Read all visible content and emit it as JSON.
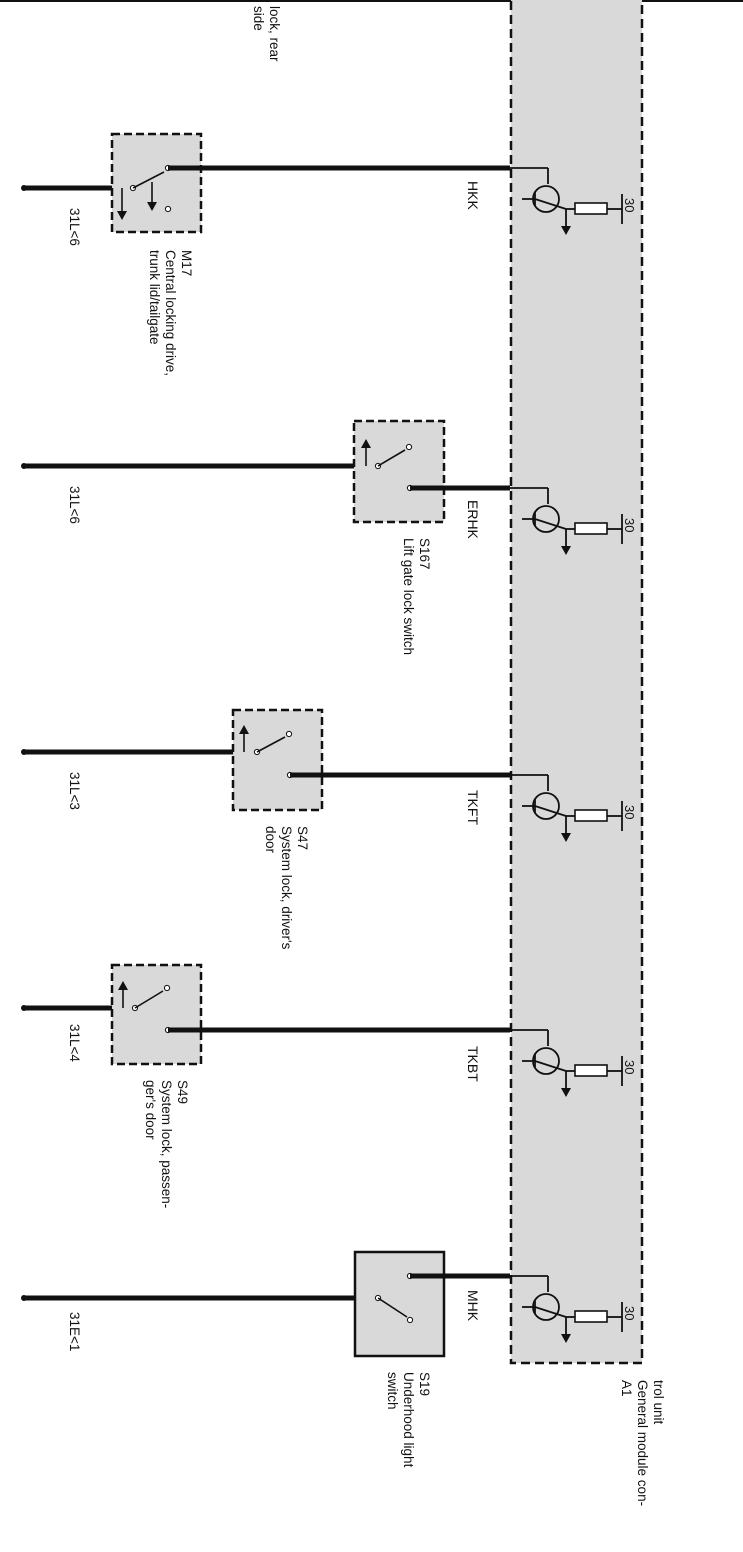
{
  "colors": {
    "module_fill": "#d9d9d9",
    "wire": "#111111",
    "background": "#ffffff"
  },
  "top_note": [
    "lock, rear",
    "side"
  ],
  "module": {
    "id": "A1",
    "name": [
      "General module con-",
      "trol unit"
    ]
  },
  "channels": [
    {
      "key": "hkk",
      "signal": "HKK",
      "pin": "30",
      "ground": "31L<6",
      "device_id": "M17",
      "device_name": [
        "Central locking drive,",
        "trunk lid/tailgate"
      ],
      "switch_kind": "dashed",
      "actuator": "double-arrow"
    },
    {
      "key": "erhk",
      "signal": "ERHK",
      "pin": "30",
      "ground": "31L<6",
      "device_id": "S167",
      "device_name": [
        "Lift gate lock switch"
      ],
      "switch_kind": "dashed",
      "actuator": "arrow"
    },
    {
      "key": "tkft",
      "signal": "TKFT",
      "pin": "30",
      "ground": "31L<3",
      "device_id": "S47",
      "device_name": [
        "System lock, driver's",
        "door"
      ],
      "switch_kind": "dashed",
      "actuator": "arrow"
    },
    {
      "key": "tkbt",
      "signal": "TKBT",
      "pin": "30",
      "ground": "31L<4",
      "device_id": "S49",
      "device_name": [
        "System  lock,  passen-",
        "ger's door"
      ],
      "switch_kind": "dashed",
      "actuator": "arrow"
    },
    {
      "key": "mhk",
      "signal": "MHK",
      "pin": "30",
      "ground": "31E<1",
      "device_id": "S19",
      "device_name": [
        "Underhood light",
        "switch"
      ],
      "switch_kind": "solid",
      "actuator": "none"
    }
  ]
}
